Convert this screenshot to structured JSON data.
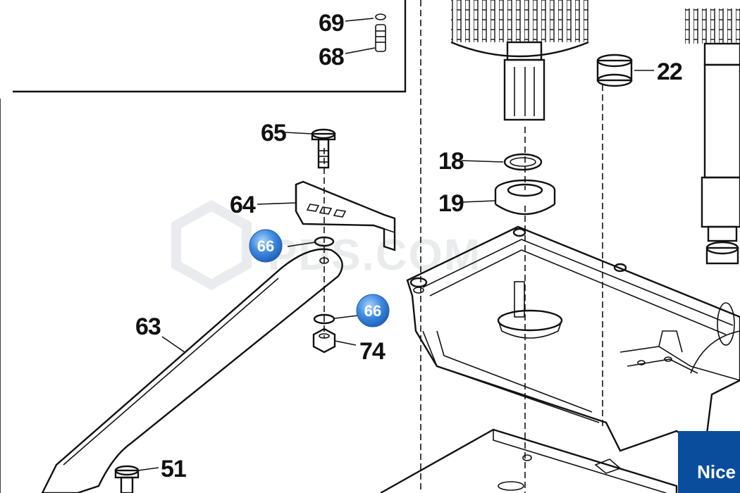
{
  "diagram": {
    "part_labels": {
      "p69": "69",
      "p68": "68",
      "p65": "65",
      "p64": "64",
      "p63": "63",
      "p74": "74",
      "p51": "51",
      "p18": "18",
      "p19": "19",
      "p22": "22"
    },
    "hotspots": [
      {
        "label": "66"
      },
      {
        "label": "66"
      }
    ],
    "watermark": "PDS.COM",
    "hotspot_color": "#3b86dd"
  },
  "brand": {
    "logo_text": "Nice",
    "color": "#0a4d9c"
  }
}
